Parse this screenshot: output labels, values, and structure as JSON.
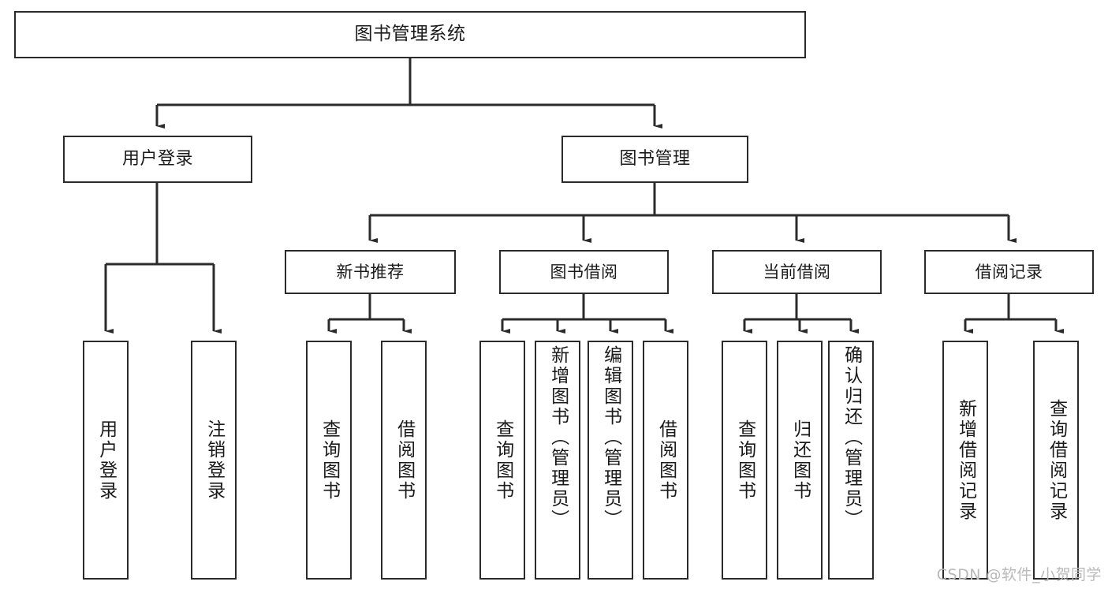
{
  "diagram": {
    "type": "tree",
    "title": "图书管理系统",
    "orientation": "top-down",
    "colors": {
      "box_border": "#2b2b2b",
      "box_fill": "#ffffff",
      "edge": "#2b2b2b",
      "text": "#1a1a1a",
      "background": "#ffffff",
      "watermark": "#b9b9b9"
    }
  },
  "nodes": {
    "root": {
      "label": "图书管理系统"
    },
    "level1": [
      {
        "id": "user-login",
        "label": "用户登录"
      },
      {
        "id": "book-management",
        "label": "图书管理"
      }
    ],
    "level2": [
      {
        "id": "new-book-recommend",
        "label": "新书推荐"
      },
      {
        "id": "book-borrow",
        "label": "图书借阅"
      },
      {
        "id": "current-borrow",
        "label": "当前借阅"
      },
      {
        "id": "borrow-record",
        "label": "借阅记录"
      }
    ],
    "leaves": [
      {
        "id": "leaf-user-login",
        "label": "用户登录",
        "parent": "user-login"
      },
      {
        "id": "leaf-logout-login",
        "label": "注销登录",
        "parent": "user-login"
      },
      {
        "id": "leaf-query-book-1",
        "label": "查询图书",
        "parent": "new-book-recommend"
      },
      {
        "id": "leaf-borrow-book-1",
        "label": "借阅图书",
        "parent": "new-book-recommend"
      },
      {
        "id": "leaf-query-book-2",
        "label": "查询图书",
        "parent": "book-borrow"
      },
      {
        "id": "leaf-add-book",
        "label": "新增图书（管理员）",
        "parent": "book-borrow"
      },
      {
        "id": "leaf-edit-book",
        "label": "编辑图书（管理员）",
        "parent": "book-borrow"
      },
      {
        "id": "leaf-borrow-book-2",
        "label": "借阅图书",
        "parent": "book-borrow"
      },
      {
        "id": "leaf-query-book-3",
        "label": "查询图书",
        "parent": "current-borrow"
      },
      {
        "id": "leaf-return-book",
        "label": "归还图书",
        "parent": "current-borrow"
      },
      {
        "id": "leaf-confirm-return",
        "label": "确认归还（管理员）",
        "parent": "current-borrow"
      },
      {
        "id": "leaf-add-record",
        "label": "新增借阅记录",
        "parent": "borrow-record"
      },
      {
        "id": "leaf-query-record",
        "label": "查询借阅记录",
        "parent": "borrow-record"
      }
    ]
  },
  "watermark": {
    "text": "CSDN @软件_小贺同学"
  }
}
